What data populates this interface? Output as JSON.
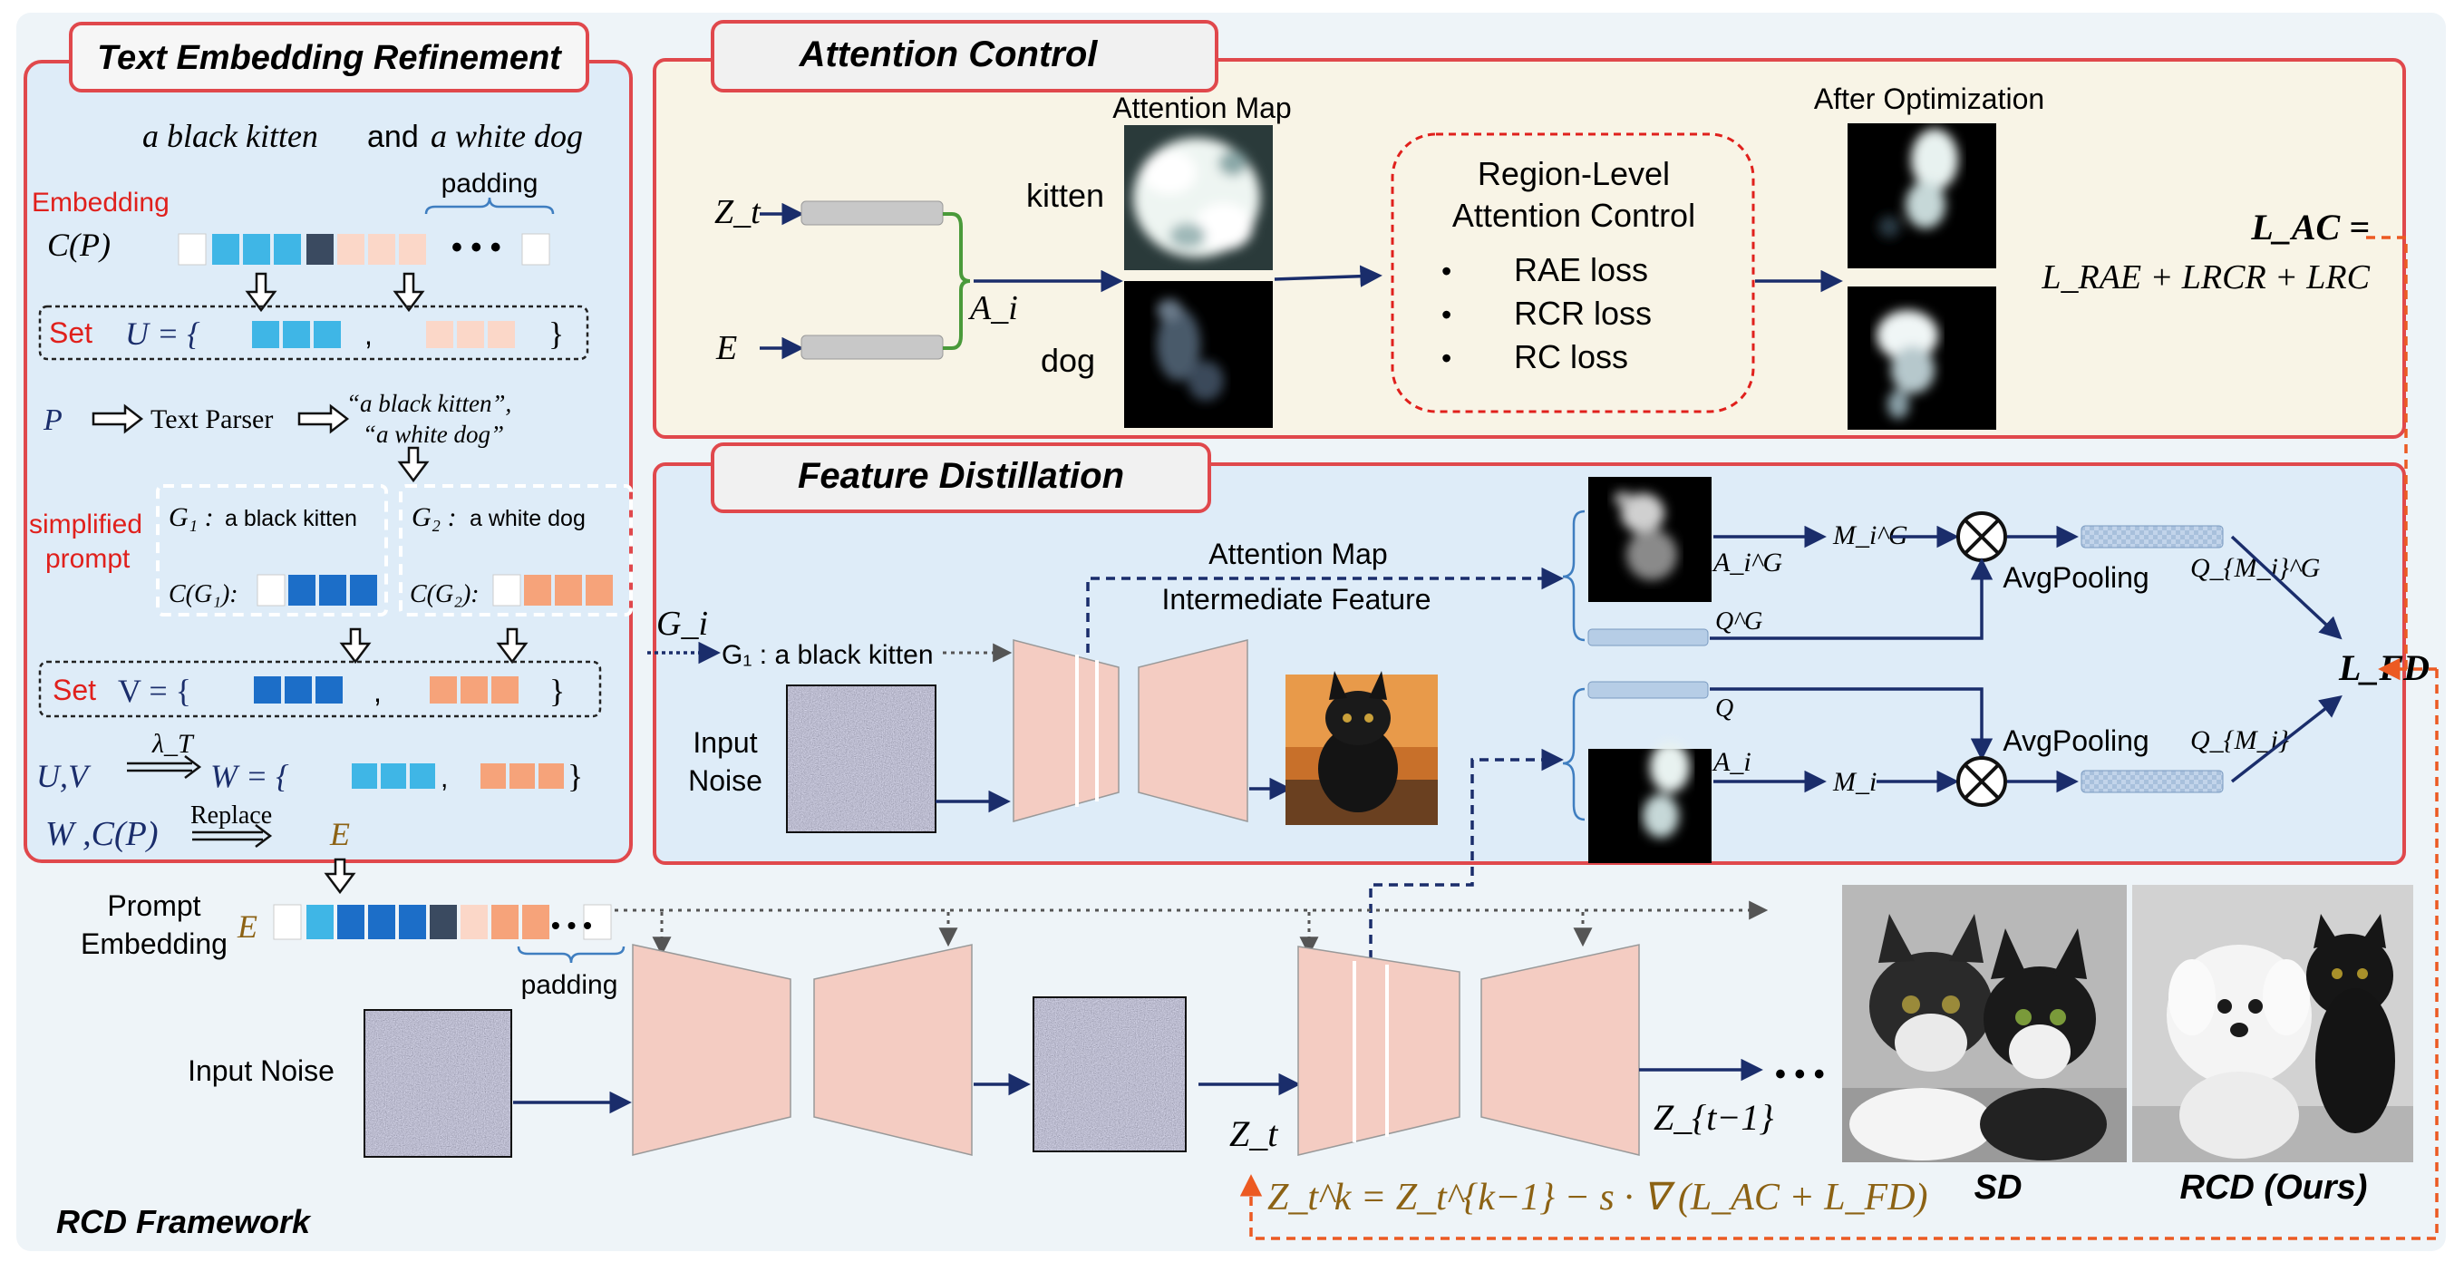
{
  "colors": {
    "frame_red": "#e0484c",
    "light_blue_panel": "#deecf8",
    "light_tan_panel": "#f8f4e6",
    "salmon": "#f4ccc2",
    "navy": "#1a2d6b",
    "orange_dash": "#ec5a22",
    "gold_text": "#8c6214",
    "cyan_token": "#3fb6e6",
    "blue_token": "#1c6ec8",
    "peach_token": "#f6a37a",
    "light_peach_token": "#fbd7c8",
    "dark_token": "#3a4a60",
    "gray_bar": "#c8c8c8",
    "light_blue_bar": "#b6cde6",
    "green_brace": "#4a9a3a"
  },
  "icons": [
    "down-arrow-icon",
    "right-arrow-icon",
    "otimes-icon",
    "brace-icon"
  ],
  "ter": {
    "title": "Text Embedding Refinement",
    "caption_prompt_a": "a black kitten",
    "caption_and": "and",
    "caption_prompt_b": "a white dog",
    "padding": "padding",
    "embedding": "Embedding",
    "cp": "C(P)",
    "ellipsis": "• • •",
    "set": "Set",
    "u_eq": "U = {",
    "comma": ",",
    "rbrace": "}",
    "p": "P",
    "text_parser": "Text Parser",
    "quote_a": "“a black kitten”,",
    "quote_b": "“a white dog”",
    "simplified": "simplified",
    "prompt": "prompt",
    "g1": "G₁ :",
    "g1_text": "a black kitten",
    "g2": "G₂ :",
    "g2_text": "a white dog",
    "cg1": "C(G₁):",
    "cg2": "C(G₂):",
    "v_eq": "V = {",
    "uv": "U,V",
    "lambda": "λ_T",
    "w_eq": "W = {",
    "wcp": "W ,C(P)",
    "replace": "Replace",
    "e": "E"
  },
  "ac": {
    "title": "Attention Control",
    "zt": "Z_t",
    "e": "E",
    "ai": "A_i",
    "attention_map": "Attention Map",
    "kitten": "kitten",
    "dog": "dog",
    "region_title_1": "Region-Level",
    "region_title_2": "Attention Control",
    "bullets": [
      "RAE loss",
      "RCR loss",
      "RC loss"
    ],
    "after_opt": "After Optimization",
    "lac": "L_AC =",
    "lac_sum": "L_RAE + LRCR + LRC"
  },
  "fd": {
    "title": "Feature Distillation",
    "gi": "G_i",
    "g1_text": "G₁ : a black kitten",
    "input_noise_1": "Input",
    "input_noise_2": "Noise",
    "attention_map": "Attention Map",
    "intermediate_feature": "Intermediate Feature",
    "aig": "A_i^G",
    "qg": "Q^G",
    "mig": "M_i^G",
    "avgpool": "AvgPooling",
    "qmig": "Q_{M_i}^G",
    "q": "Q",
    "ai": "A_i",
    "mi": "M_i",
    "qmi": "Q_{M_i}",
    "lfd": "L_FD"
  },
  "bottom": {
    "prompt_embedding_1": "Prompt",
    "prompt_embedding_2": "Embedding",
    "e": "E",
    "padding": "padding",
    "input_noise": "Input Noise",
    "zt": "Z_t",
    "zt1": "Z_{t−1}",
    "dots": "• • •",
    "formula": "Z_t^k = Z_t^{k−1} − s · ∇ (L_AC + L_FD)",
    "sd": "SD",
    "rcd": "RCD (Ours)",
    "framework": "RCD Framework"
  }
}
